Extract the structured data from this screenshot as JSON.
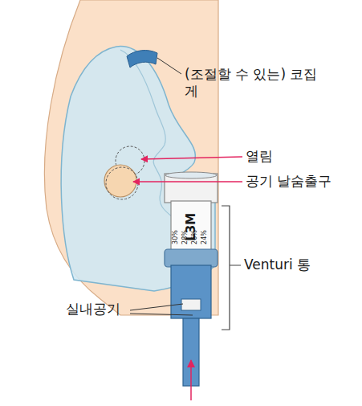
{
  "diagram": {
    "labels": [
      "(조절할 수 있는) 코집게",
      "열림",
      "공기 날숨출구",
      "Venturi 통",
      "실내공기",
      "L3M",
      "30%",
      "28%",
      "26%",
      "24%"
    ]
  }
}
